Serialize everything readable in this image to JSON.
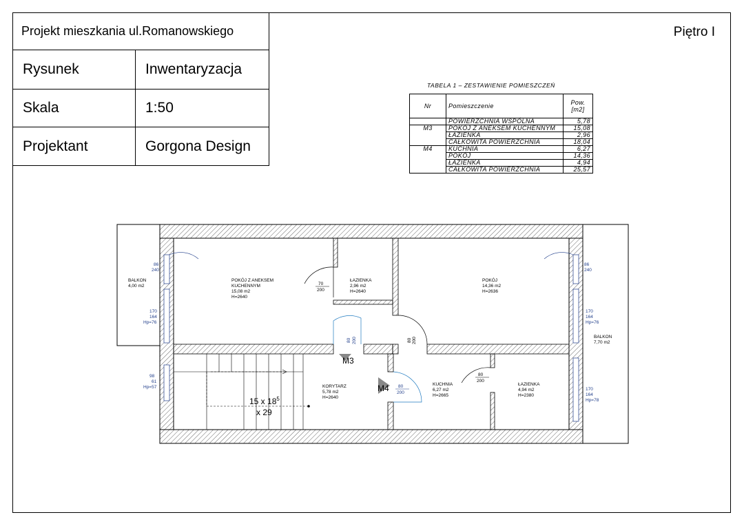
{
  "title_block": {
    "project": "Projekt mieszkania ul.Romanowskiego",
    "rows": [
      {
        "label": "Rysunek",
        "value": "Inwentaryzacja"
      },
      {
        "label": "Skala",
        "value": "1:50"
      },
      {
        "label": "Projektant",
        "value": "Gorgona Design"
      }
    ]
  },
  "floor_label": "Piętro I",
  "table": {
    "title": "TABELA 1 – ZESTAWIENIE POMIESZCZEŃ",
    "headers": {
      "nr": "Nr",
      "name": "Pomieszczenie",
      "area_top": "Pow.",
      "area_unit": "[m2]"
    },
    "rows": [
      {
        "nr": "",
        "name": "POWIERZCHNIA WSPÓLNA",
        "area": "5,78"
      },
      {
        "nr": "M3",
        "name": "POKÓJ Z ANEKSEM KUCHENNYM",
        "area": "15,08"
      },
      {
        "nr": "",
        "name": "ŁAZIENKA",
        "area": "2,96"
      },
      {
        "nr": "",
        "name": "CAŁKOWITA POWIERZCHNIA",
        "area": "18,04"
      },
      {
        "nr": "M4",
        "name": "KUCHNIA",
        "area": "6,27"
      },
      {
        "nr": "",
        "name": "POKÓJ",
        "area": "14,36"
      },
      {
        "nr": "",
        "name": "ŁAZIENKA",
        "area": "4,94"
      },
      {
        "nr": "",
        "name": "CAŁKOWITA POWIERZCHNIA",
        "area": "25,57"
      }
    ]
  },
  "plan": {
    "rooms": {
      "balkon_left": {
        "name": "BALKON",
        "area": "4,00 m2"
      },
      "pokoj_aneks": {
        "name1": "POKÓJ Z ANEKSEM",
        "name2": "KUCHENNYM",
        "area": "15,08 m2",
        "h": "H=2640"
      },
      "lazienka_m3": {
        "name": "ŁAZIENKA",
        "area": "2,96 m2",
        "h": "H=2640"
      },
      "pokoj": {
        "name": "POKÓJ",
        "area": "14,36 m2",
        "h": "H=2636"
      },
      "balkon_right": {
        "name": "BALKON",
        "area": "7,70 m2"
      },
      "korytarz": {
        "name": "KORYTARZ",
        "area": "5,78 m2",
        "h": "H=2640"
      },
      "kuchnia": {
        "name": "KUCHNIA",
        "area": "6,27 m2",
        "h": "H=2665"
      },
      "lazienka_m4": {
        "name": "ŁAZIENKA",
        "area": "4,94 m2",
        "h": "H=2380"
      }
    },
    "apartment_labels": {
      "m3": "M3",
      "m4": "M4"
    },
    "stairs": {
      "line1": "15 x 18",
      "sup": "5",
      "line2": "x 29"
    },
    "windows": {
      "w_left_top": [
        "86",
        "240"
      ],
      "w_left_mid": [
        "170",
        "164",
        "Hp=76"
      ],
      "w_left_bot": [
        "98",
        "61",
        "Hp=57"
      ],
      "w_right_top": [
        "86",
        "240"
      ],
      "w_right_mid": [
        "170",
        "164",
        "Hp=76"
      ],
      "w_right_bot": [
        "170",
        "164",
        "Hp=78"
      ]
    },
    "doors": {
      "d_laz_m3": [
        "70",
        "200"
      ],
      "d_m3": [
        "80",
        "200"
      ],
      "d_vert": [
        "80",
        "200"
      ],
      "d_m4": [
        "80",
        "200"
      ],
      "d_laz_m4": [
        "80",
        "200"
      ]
    }
  }
}
